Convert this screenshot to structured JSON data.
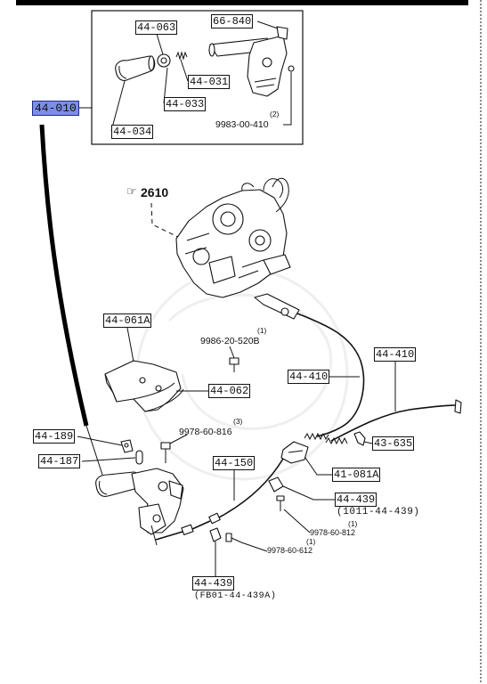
{
  "highlighted_part": "44-010",
  "reference": {
    "icon": "pointing-hand-icon",
    "label": "2610"
  },
  "inset": {
    "callouts": {
      "p44_063": "44-063",
      "p66_840": "66-840",
      "p44_031": "44-031",
      "p44_033": "44-033",
      "p44_034": "44-034"
    },
    "bolt": {
      "qty": "(2)",
      "part": "9983-00-410"
    }
  },
  "callouts": {
    "p44_061a": "44-061A",
    "p44_062": "44-062",
    "p44_410_mid": "44-410",
    "p44_410_right": "44-410",
    "p44_189": "44-189",
    "p44_187": "44-187",
    "p44_150": "44-150",
    "p43_635": "43-635",
    "p41_081a": "41-081A",
    "p44_439_right": "44-439",
    "p44_439_lower": "44-439"
  },
  "fasteners": {
    "f9986_20_520b": {
      "qty": "(1)",
      "part": "9986-20-520B"
    },
    "f9978_60_816": {
      "qty": "(3)",
      "part": "9978-60-816"
    },
    "f9978_60_812": {
      "qty": "(1)",
      "part": "9978-60-812"
    },
    "f9978_60_612": {
      "qty": "(1)",
      "part": "9978-60-612"
    }
  },
  "alternates": {
    "p44_439_right": "(1011-44-439)",
    "p44_439_lower": "(FB01-44-439A)"
  },
  "colors": {
    "highlight": "#7d8ee6",
    "ink": "#111111"
  }
}
